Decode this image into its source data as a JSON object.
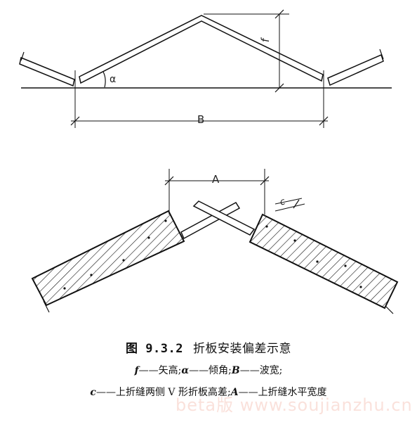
{
  "labels": {
    "f": "f",
    "alpha": "α",
    "B": "B",
    "A": "A",
    "c": "c"
  },
  "caption": {
    "figure_no": "图 9.3.2",
    "title": "折板安装偏差示意",
    "line1": [
      {
        "sym": "f",
        "text": "——矢高;"
      },
      {
        "sym": "α",
        "text": "——倾角;"
      },
      {
        "sym": "B",
        "text": "——波宽;"
      }
    ],
    "line2": [
      {
        "sym": "c",
        "text": "——上折缝两侧 V 形折板高差;"
      },
      {
        "sym": "A",
        "text": "——上折缝水平宽度"
      }
    ]
  },
  "watermark": "beta版 www.soujianzhu.cn"
}
